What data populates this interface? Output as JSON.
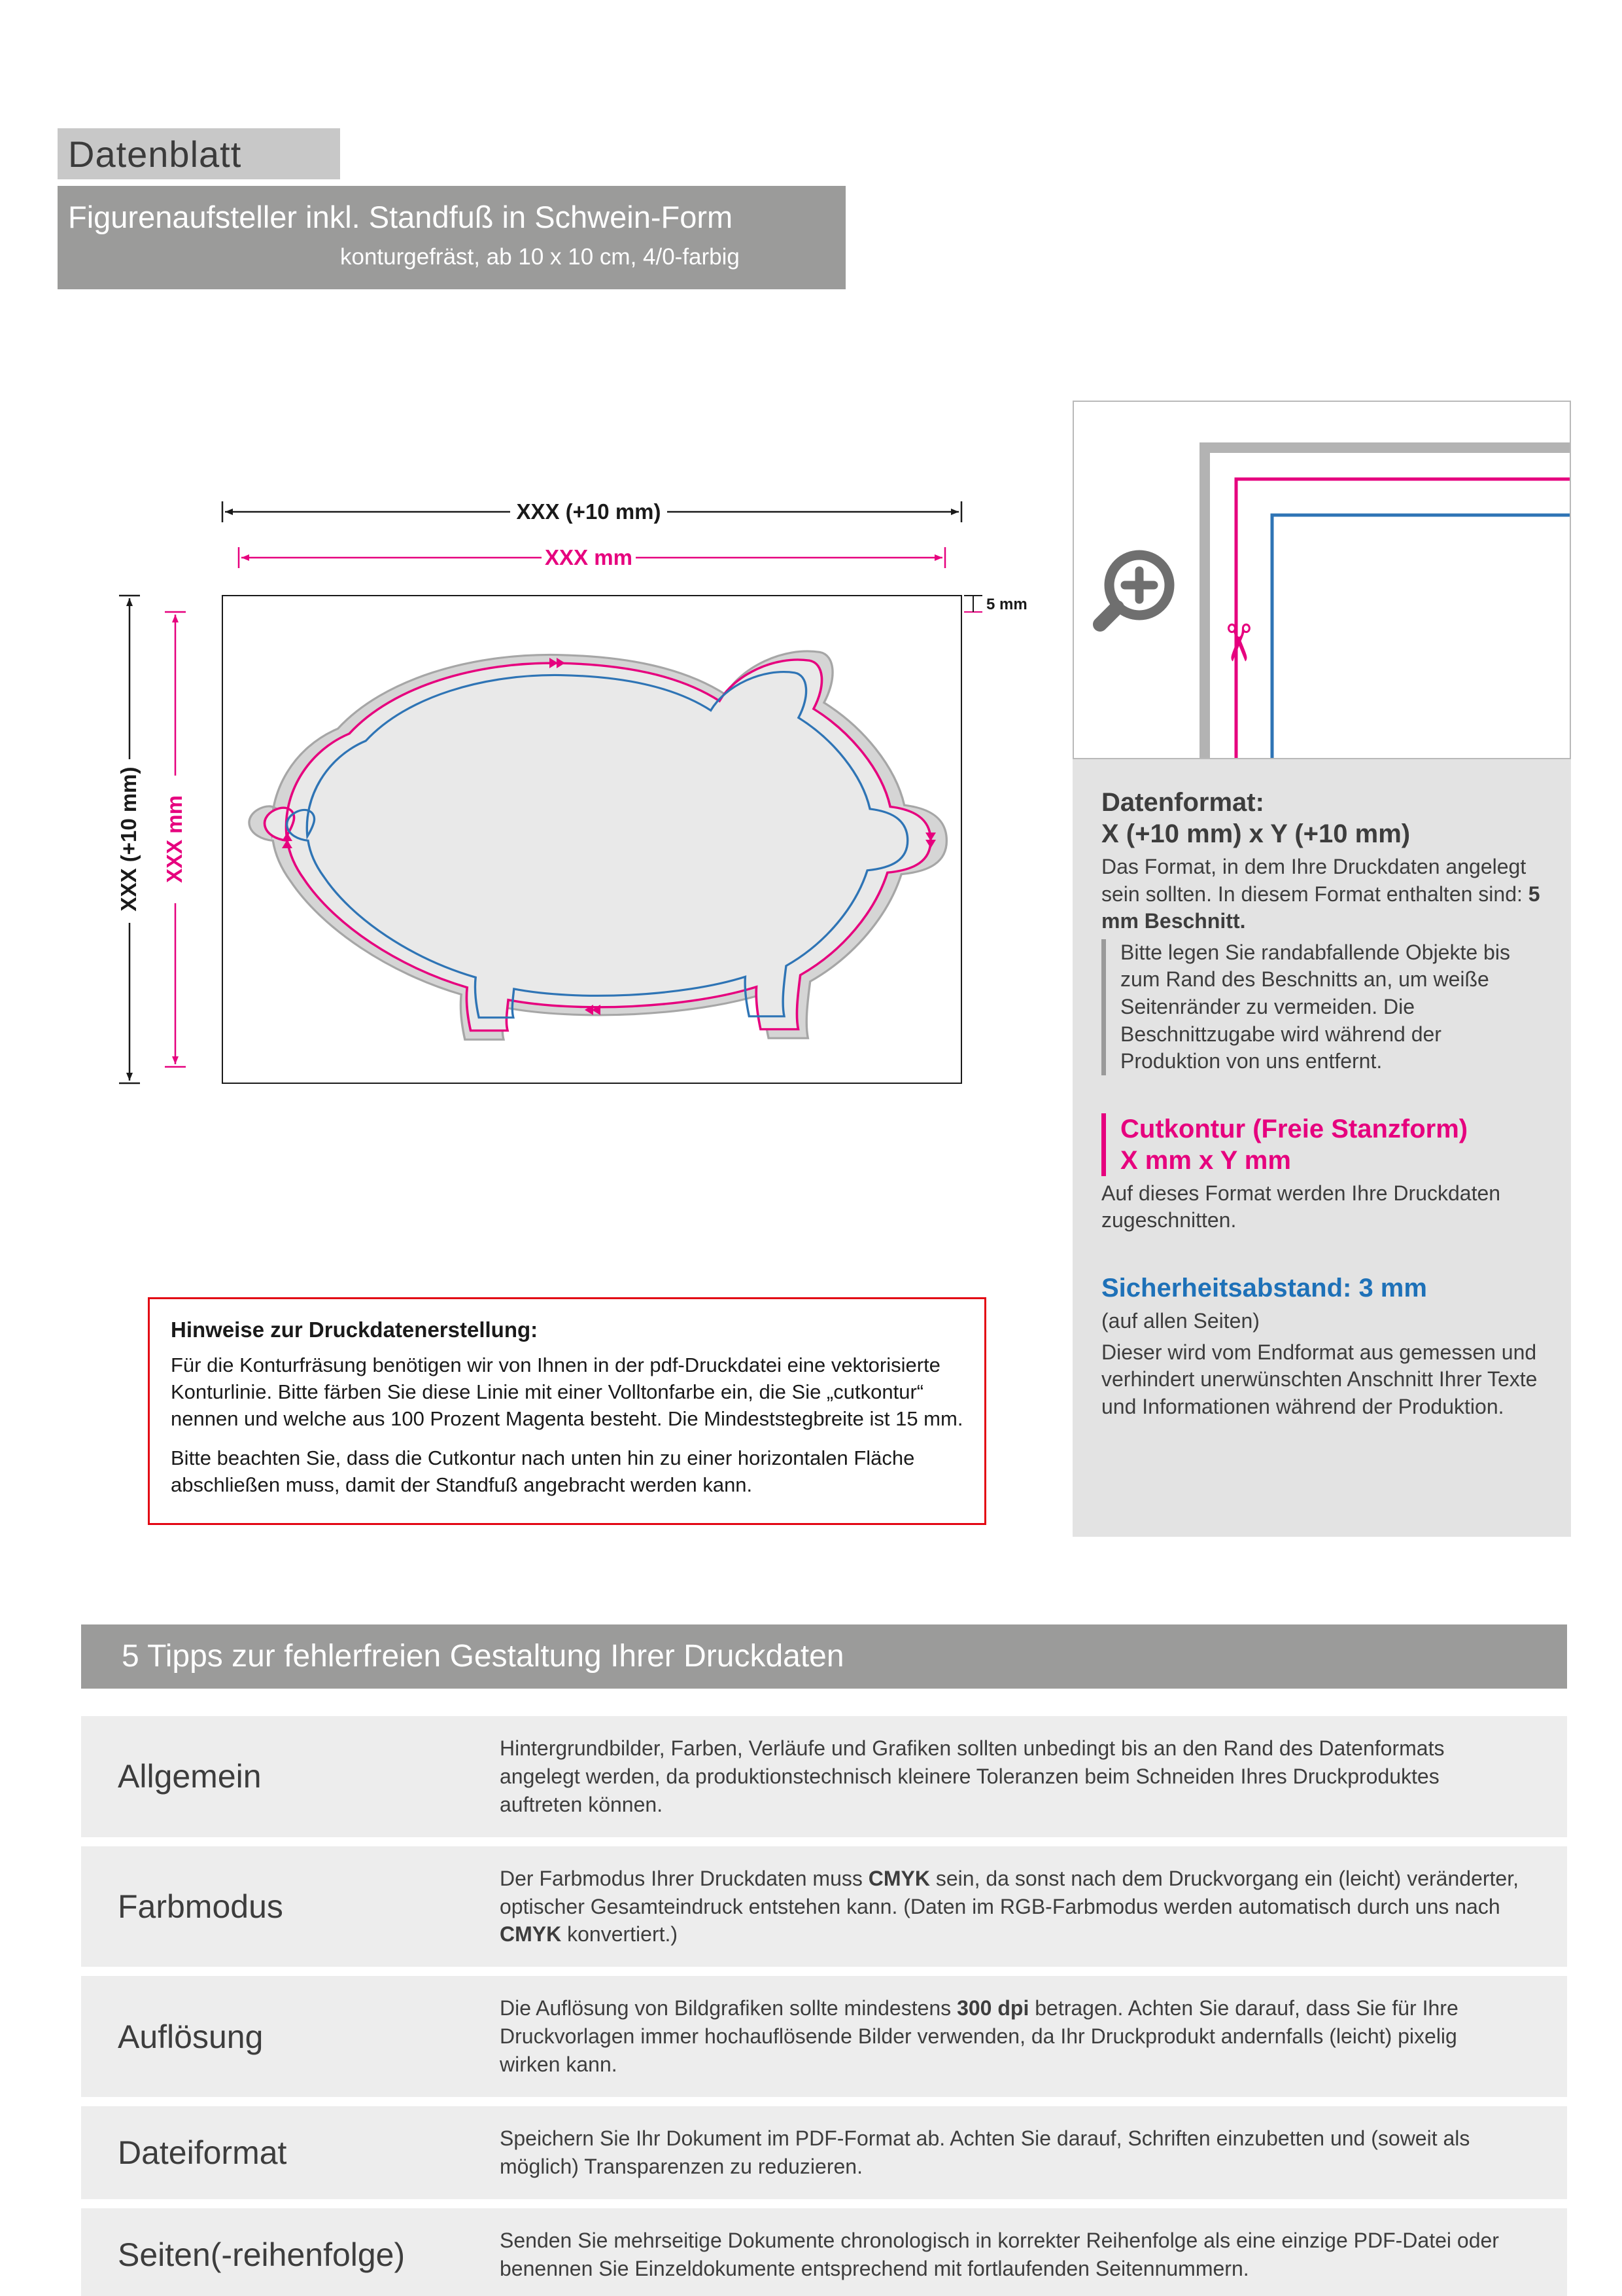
{
  "header": {
    "title": "Datenblatt",
    "product": "Figurenaufsteller inkl. Standfuß in Schwein-Form",
    "specs": "konturgefräst, ab 10 x 10 cm, 4/0-farbig"
  },
  "diagram": {
    "dim_width_outer": "XXX (+10 mm)",
    "dim_width_cut": "XXX mm",
    "dim_height_outer": "XXX (+10 mm)",
    "dim_height_cut": "XXX mm",
    "bleed_label": "5 mm"
  },
  "icons": {
    "magnifier": "magnifier-plus-icon",
    "scissors": "✂"
  },
  "colors": {
    "magenta": "#e6007e",
    "blue": "#1e71b8",
    "line_blue": "#2e74b5",
    "red": "#e30613",
    "banner_gray": "#9b9b9a",
    "panel_gray": "#e3e3e3"
  },
  "info_panel": {
    "datenformat": {
      "heading": "Datenformat:",
      "subheading": "X (+10 mm) x Y (+10 mm)",
      "body": [
        {
          "t": "Das Format, in dem Ihre Druckdaten angelegt sein sollten. In diesem Format enthalten sind: "
        },
        {
          "t": "5 mm Beschnitt.",
          "b": true
        }
      ],
      "note": "Bitte legen Sie randabfallende Objekte bis zum Rand des Beschnitts an, um weiße Seitenränder zu vermeiden. Die Beschnittzugabe wird während der Produktion von uns entfernt."
    },
    "cutkontur": {
      "heading": "Cutkontur (Freie Stanzform)",
      "subheading": "X mm x Y mm",
      "body": "Auf dieses Format werden Ihre Druckdaten zugeschnitten."
    },
    "sicherheitsabstand": {
      "heading": "Sicherheitsabstand: 3 mm",
      "subheading": "(auf allen Seiten)",
      "body": "Dieser wird vom Endformat aus gemessen und verhindert unerwünschten Anschnitt Ihrer Texte und Informationen während der Produktion."
    }
  },
  "hints": {
    "title": "Hinweise zur Druckdatenerstellung:",
    "p1": "Für die Konturfräsung benötigen wir von Ihnen in der pdf-Druckdatei eine vektorisierte Konturlinie. Bitte färben Sie diese Linie mit einer Volltonfarbe ein, die Sie „cutkontur“ nennen und welche aus 100 Prozent Magenta besteht. Die Mindeststegbreite ist 15 mm.",
    "p2": "Bitte beachten Sie, dass die Cutkontur nach unten hin zu einer horizontalen Fläche abschließen muss, damit der Standfuß angebracht werden kann."
  },
  "tips": {
    "title": "5 Tipps zur fehlerfreien Gestaltung Ihrer Druckdaten",
    "rows": [
      {
        "label": "Allgemein",
        "text": [
          {
            "t": "Hintergrundbilder, Farben, Verläufe und Grafiken sollten unbedingt bis an den Rand des Datenformats angelegt werden, da produktionstechnisch kleinere Toleranzen beim Schneiden Ihres Druckproduktes auftreten können."
          }
        ]
      },
      {
        "label": "Farbmodus",
        "text": [
          {
            "t": "Der Farbmodus Ihrer Druckdaten muss "
          },
          {
            "t": "CMYK",
            "b": true
          },
          {
            "t": " sein, da sonst nach dem Druckvorgang ein (leicht) veränderter, optischer Gesamteindruck entstehen kann. (Daten im RGB-Farbmodus werden automatisch durch uns nach "
          },
          {
            "t": "CMYK",
            "b": true
          },
          {
            "t": " konvertiert.)"
          }
        ]
      },
      {
        "label": "Auflösung",
        "text": [
          {
            "t": "Die Auflösung von Bildgrafiken sollte mindestens "
          },
          {
            "t": "300 dpi",
            "b": true
          },
          {
            "t": " betragen. Achten Sie darauf, dass Sie für Ihre Druckvorlagen immer hochauflösende Bilder verwenden, da Ihr Druckprodukt andernfalls (leicht) pixelig wirken kann."
          }
        ]
      },
      {
        "label": "Dateiformat",
        "text": [
          {
            "t": "Speichern Sie Ihr Dokument im PDF-Format ab. Achten Sie darauf, Schriften einzubetten und (soweit als möglich) Transparenzen zu reduzieren."
          }
        ]
      },
      {
        "label": "Seiten(-reihenfolge)",
        "text": [
          {
            "t": "Senden Sie mehrseitige Dokumente chronologisch in korrekter Reihenfolge als eine einzige PDF-Datei oder benennen Sie Einzeldokumente entsprechend mit fortlaufenden Seitennummern."
          }
        ]
      }
    ]
  }
}
